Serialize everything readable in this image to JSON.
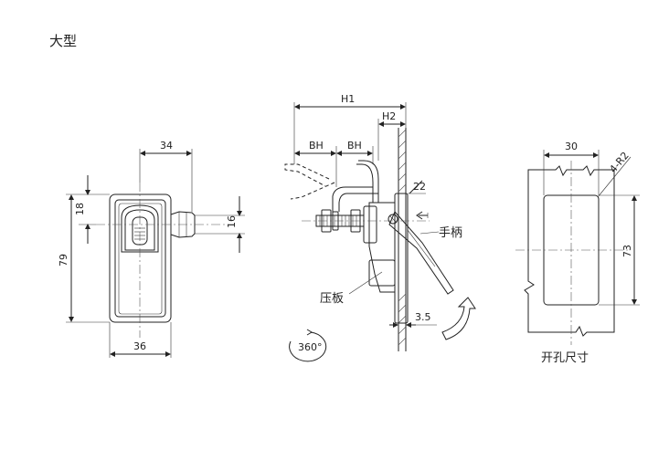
{
  "title": "大型",
  "front_view": {
    "dim_width_top": "34",
    "dim_height_top": "18",
    "dim_height_total": "79",
    "dim_width_bottom": "36",
    "dim_side": "16"
  },
  "side_view": {
    "dim_h1": "H1",
    "dim_h2": "H2",
    "dim_bh_1": "BH",
    "dim_bh_2": "BH",
    "dim_22": "22",
    "dim_3_5": "3.5",
    "label_handle": "手柄",
    "label_plate": "压板",
    "label_rotation": "360°"
  },
  "cutout_view": {
    "dim_width": "30",
    "dim_radius": "4-R2",
    "dim_height": "73",
    "caption": "开孔尺寸"
  }
}
